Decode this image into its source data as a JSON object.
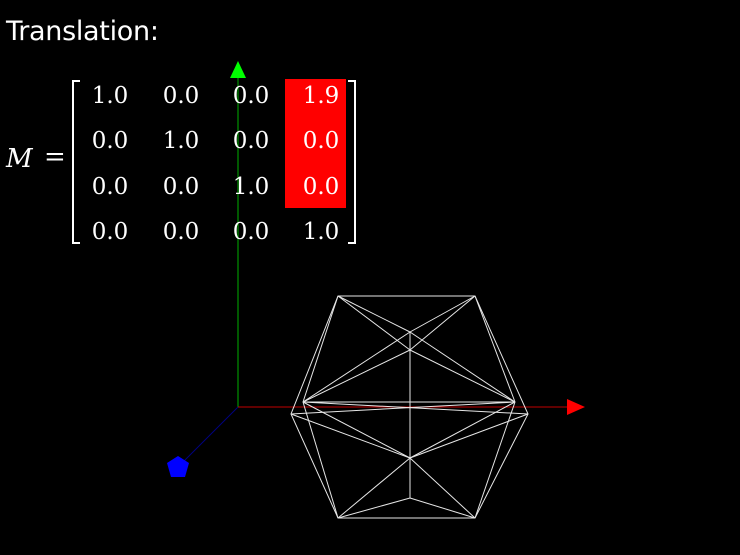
{
  "title": "Translation:",
  "matrix": {
    "label": "M",
    "equals": "=",
    "rows": [
      [
        "1.0",
        "0.0",
        "0.0",
        "1.9"
      ],
      [
        "0.0",
        "1.0",
        "0.0",
        "0.0"
      ],
      [
        "0.0",
        "0.0",
        "1.0",
        "0.0"
      ],
      [
        "0.0",
        "0.0",
        "0.0",
        "1.0"
      ]
    ],
    "highlighted_column": 3,
    "highlight_color": "#ff0000"
  },
  "axes": {
    "x_color": "#ff0000",
    "y_color": "#00ff00",
    "z_color": "#0000ff"
  },
  "shape": {
    "type": "icosahedron-wireframe",
    "edge_color": "#ffffff"
  },
  "background_color": "#000000"
}
